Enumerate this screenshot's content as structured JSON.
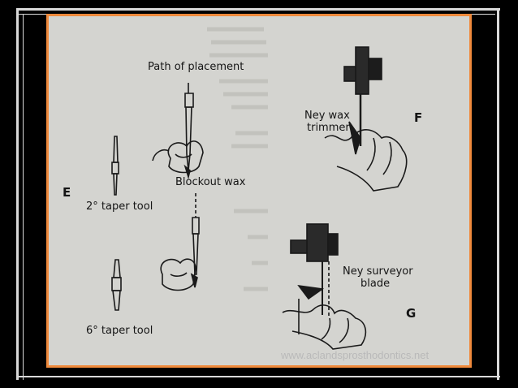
{
  "figure": {
    "panel_e": {
      "letter": "E",
      "path_label": "Path of placement",
      "wax_label": "Blockout wax",
      "tool_2_label": "2° taper tool",
      "tool_6_label": "6° taper tool"
    },
    "panel_f": {
      "letter": "F",
      "trimmer_label_line1": "Ney wax",
      "trimmer_label_line2": "trimmer"
    },
    "panel_g": {
      "letter": "G",
      "blade_label_line1": "Ney surveyor",
      "blade_label_line2": "blade"
    }
  },
  "watermark": "www.aclandsprosthodontics.net"
}
